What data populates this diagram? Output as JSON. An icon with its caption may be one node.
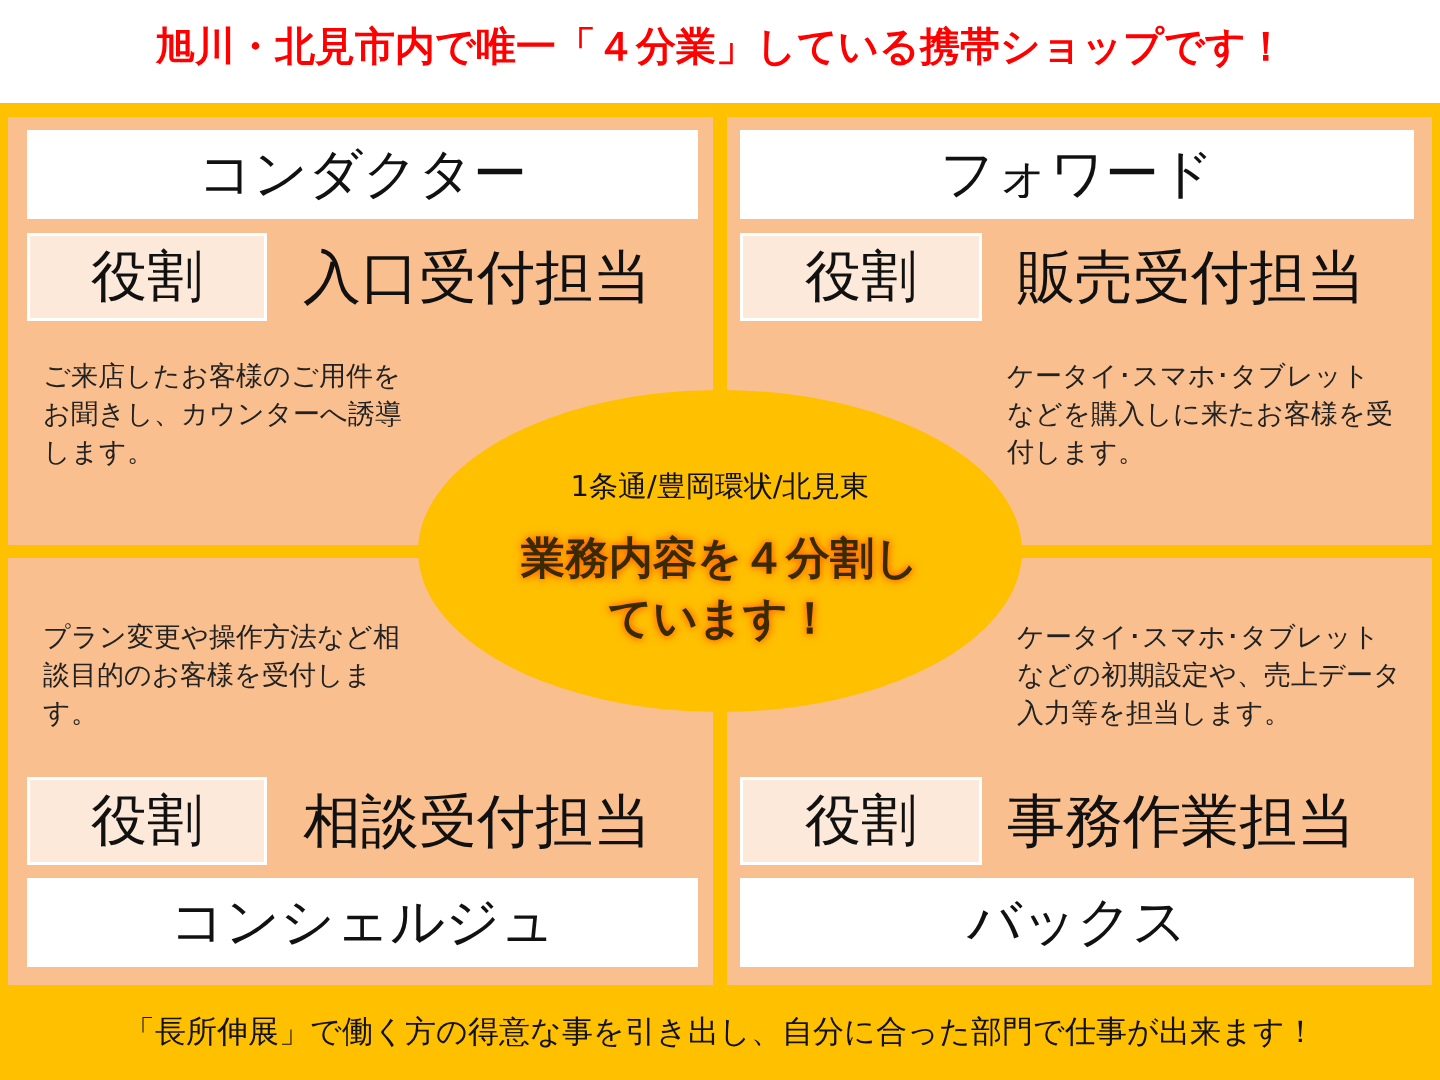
{
  "diagram": {
    "title": "旭川・北見市内で唯一「４分業」している携帯ショップです！",
    "nodes": [
      {
        "text": [
          "ご来店したお客様のご用件をお聞きし、カウンターへ誘導します。"
        ]
      },
      {
        "text": [
          "コンダクター"
        ],
        "in": 0
      },
      {
        "text": [
          "役割"
        ],
        "beside": [
          "入口受付担当"
        ],
        "in": 0
      },
      {
        "text": [
          "ケータイ･スマホ･タブレットなどを購入しに来たお客様を受付します。"
        ]
      },
      {
        "text": [
          "フォワード"
        ],
        "in": 3
      },
      {
        "text": [
          "役割"
        ],
        "beside": [
          "販売受付担当"
        ],
        "in": 3
      },
      {
        "text": [
          "プラン変更や操作方法など相談目的のお客様を受付します。"
        ]
      },
      {
        "text": [
          "コンシェルジュ"
        ],
        "in": 6
      },
      {
        "text": [
          "役割"
        ],
        "beside": [
          "相談受付担当"
        ],
        "in": 6
      },
      {
        "text": [
          "ケータイ･スマホ･タブレットなどの初期設定や、売上データ入力等を担当します。"
        ]
      },
      {
        "text": [
          "バックス"
        ],
        "in": 9
      },
      {
        "text": [
          "役割"
        ],
        "beside": [
          "事務作業担当"
        ],
        "in": 9
      },
      {
        "text": [
          "1条通/豊岡環状/北見東",
          "業務内容を４分割しています！"
        ]
      }
    ],
    "labels": [
      "「長所伸展」で働く方の得意な事を引き出し、自分に合った部門で仕事が出来ます！"
    ]
  }
}
